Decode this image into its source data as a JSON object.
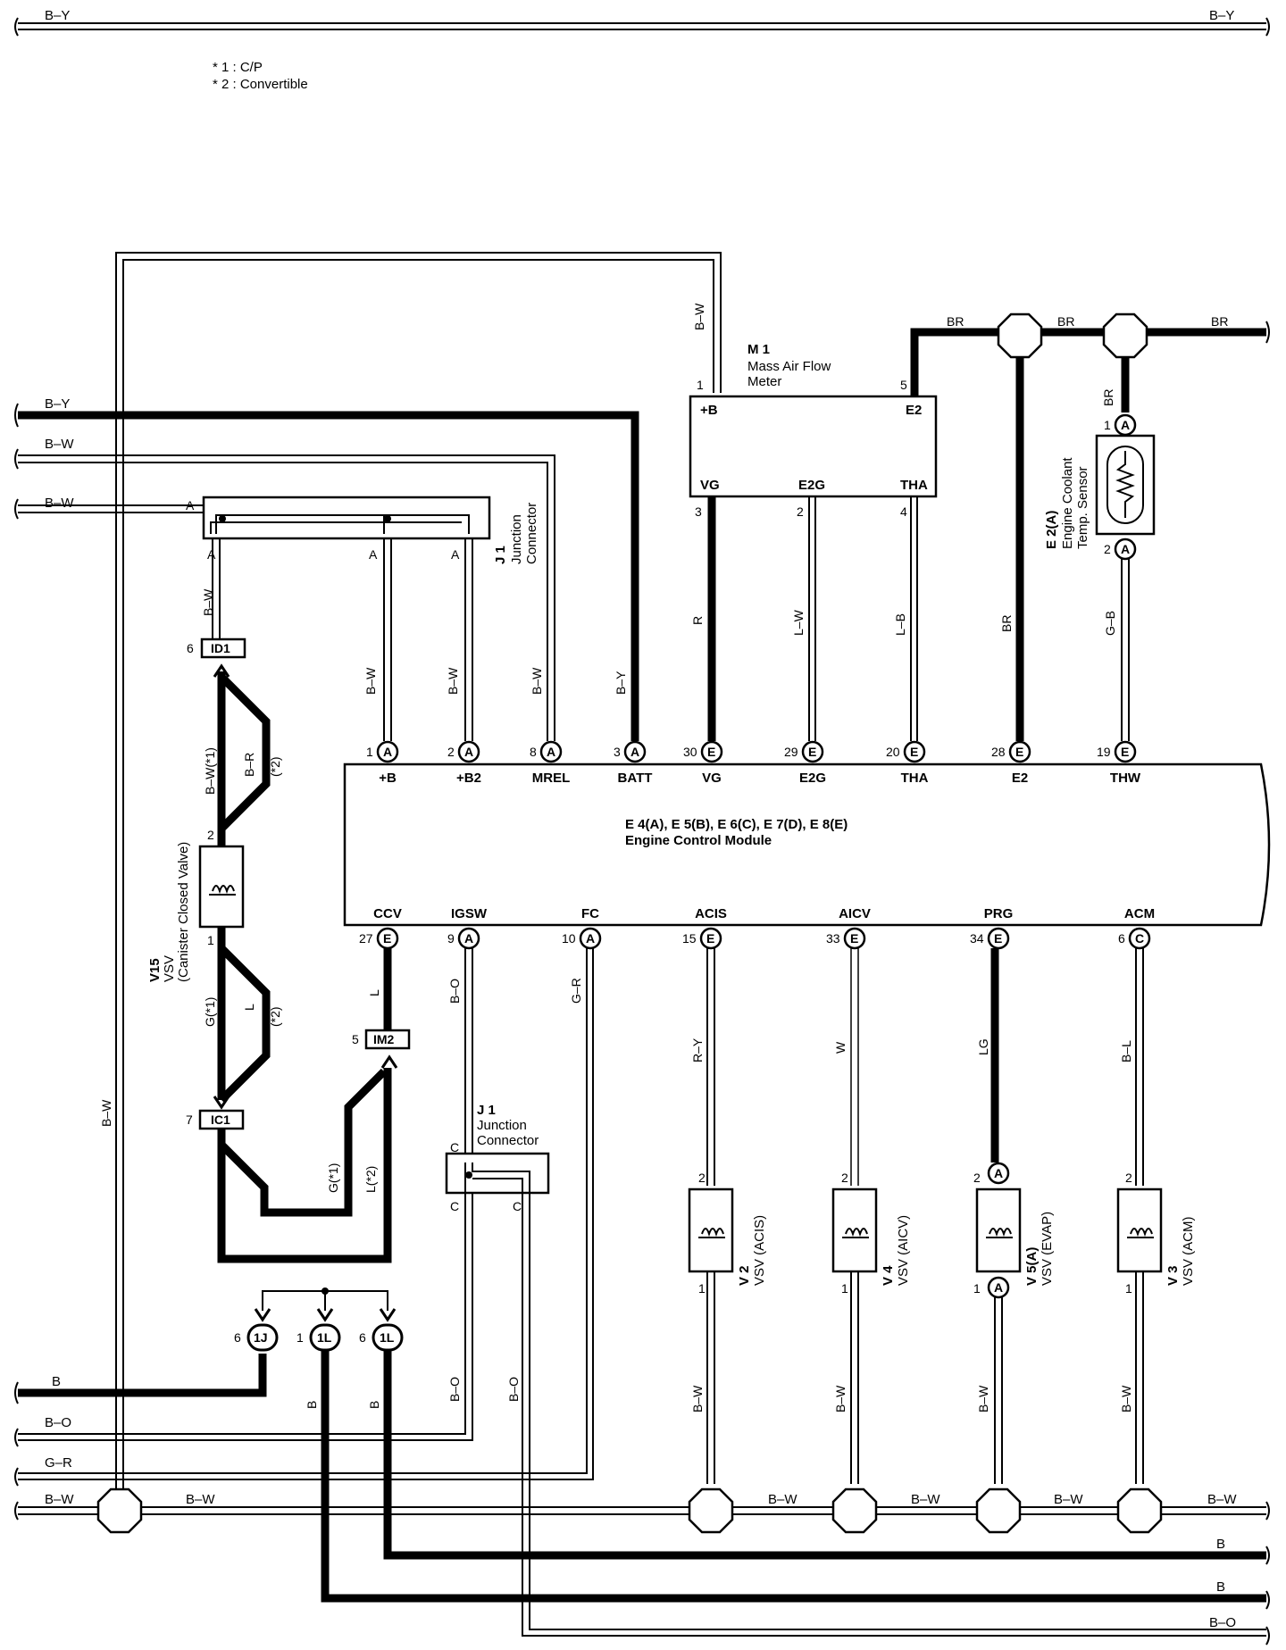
{
  "legend": [
    "* 1 : C/P",
    "* 2 : Convertible"
  ],
  "wire_colors": {
    "b_y": "B–Y",
    "b_w": "B–W",
    "br": "BR",
    "r": "R",
    "l_w": "L–W",
    "l_b": "L–B",
    "g_b": "G–B",
    "b_r": "B–R",
    "b_w1": "B–W(*1)",
    "g1": "G(*1)",
    "l": "L",
    "g1b": "G(*1)",
    "l2": "L(*2)",
    "b_o": "B–O",
    "g_r": "G–R",
    "r_y": "R–Y",
    "w": "W",
    "lg": "LG",
    "b_l": "B–L",
    "b": "B",
    "g_r_left": "G–R",
    "star2": "(*2)"
  },
  "components": {
    "m1": {
      "id": "M 1",
      "name1": "Mass Air Flow",
      "name2": "Meter",
      "pins": {
        "p1": "1",
        "p5": "5",
        "p3": "3",
        "p2": "2",
        "p4": "4"
      },
      "terms": {
        "b": "+B",
        "e2": "E2",
        "vg": "VG",
        "e2g": "E2G",
        "tha": "THA"
      }
    },
    "e2a": {
      "id": "E 2(A)",
      "name1": "Engine Coolant",
      "name2": "Temp. Sensor",
      "pin1": "1",
      "pin2": "2"
    },
    "j1_top": {
      "id": "J 1",
      "name1": "Junction",
      "name2": "Connector",
      "term": "A"
    },
    "j1_bot": {
      "id": "J 1",
      "name1": "Junction",
      "name2": "Connector",
      "term": "C"
    },
    "ecm": {
      "id": "E 4(A), E 5(B), E 6(C), E 7(D), E 8(E)",
      "name": "Engine Control Module",
      "top": [
        {
          "pin": "1",
          "c": "A",
          "t": "+B"
        },
        {
          "pin": "2",
          "c": "A",
          "t": "+B2"
        },
        {
          "pin": "8",
          "c": "A",
          "t": "MREL"
        },
        {
          "pin": "3",
          "c": "A",
          "t": "BATT"
        },
        {
          "pin": "30",
          "c": "E",
          "t": "VG"
        },
        {
          "pin": "29",
          "c": "E",
          "t": "E2G"
        },
        {
          "pin": "20",
          "c": "E",
          "t": "THA"
        },
        {
          "pin": "28",
          "c": "E",
          "t": "E2"
        },
        {
          "pin": "19",
          "c": "E",
          "t": "THW"
        }
      ],
      "bottom": [
        {
          "pin": "27",
          "c": "E",
          "t": "CCV"
        },
        {
          "pin": "9",
          "c": "A",
          "t": "IGSW"
        },
        {
          "pin": "10",
          "c": "A",
          "t": "FC"
        },
        {
          "pin": "15",
          "c": "E",
          "t": "ACIS"
        },
        {
          "pin": "33",
          "c": "E",
          "t": "AICV"
        },
        {
          "pin": "34",
          "c": "E",
          "t": "PRG"
        },
        {
          "pin": "6",
          "c": "C",
          "t": "ACM"
        }
      ]
    },
    "v15": {
      "id": "V15",
      "name1": "VSV",
      "name2": "(Canister Closed Valve)",
      "pin2": "2",
      "pin1": "1"
    },
    "v2": {
      "id": "V 2",
      "name": "VSV (ACIS)",
      "pin2": "2",
      "pin1": "1"
    },
    "v4": {
      "id": "V 4",
      "name": "VSV (AICV)",
      "pin2": "2",
      "pin1": "1"
    },
    "v5a": {
      "id": "V 5(A)",
      "name": "VSV (EVAP)",
      "pin2": "2",
      "pin1": "1",
      "c": "A"
    },
    "v3": {
      "id": "V 3",
      "name": "VSV (ACM)",
      "pin2": "2",
      "pin1": "1"
    }
  },
  "connectors": {
    "id1": {
      "label": "ID1",
      "pin": "6"
    },
    "ic1": {
      "label": "IC1",
      "pin": "7"
    },
    "im2": {
      "label": "IM2",
      "pin": "5"
    },
    "g1j": {
      "label": "1J",
      "pin": "6"
    },
    "g1l_a": {
      "label": "1L",
      "pin": "1"
    },
    "g1l_b": {
      "label": "1L",
      "pin": "6"
    }
  }
}
